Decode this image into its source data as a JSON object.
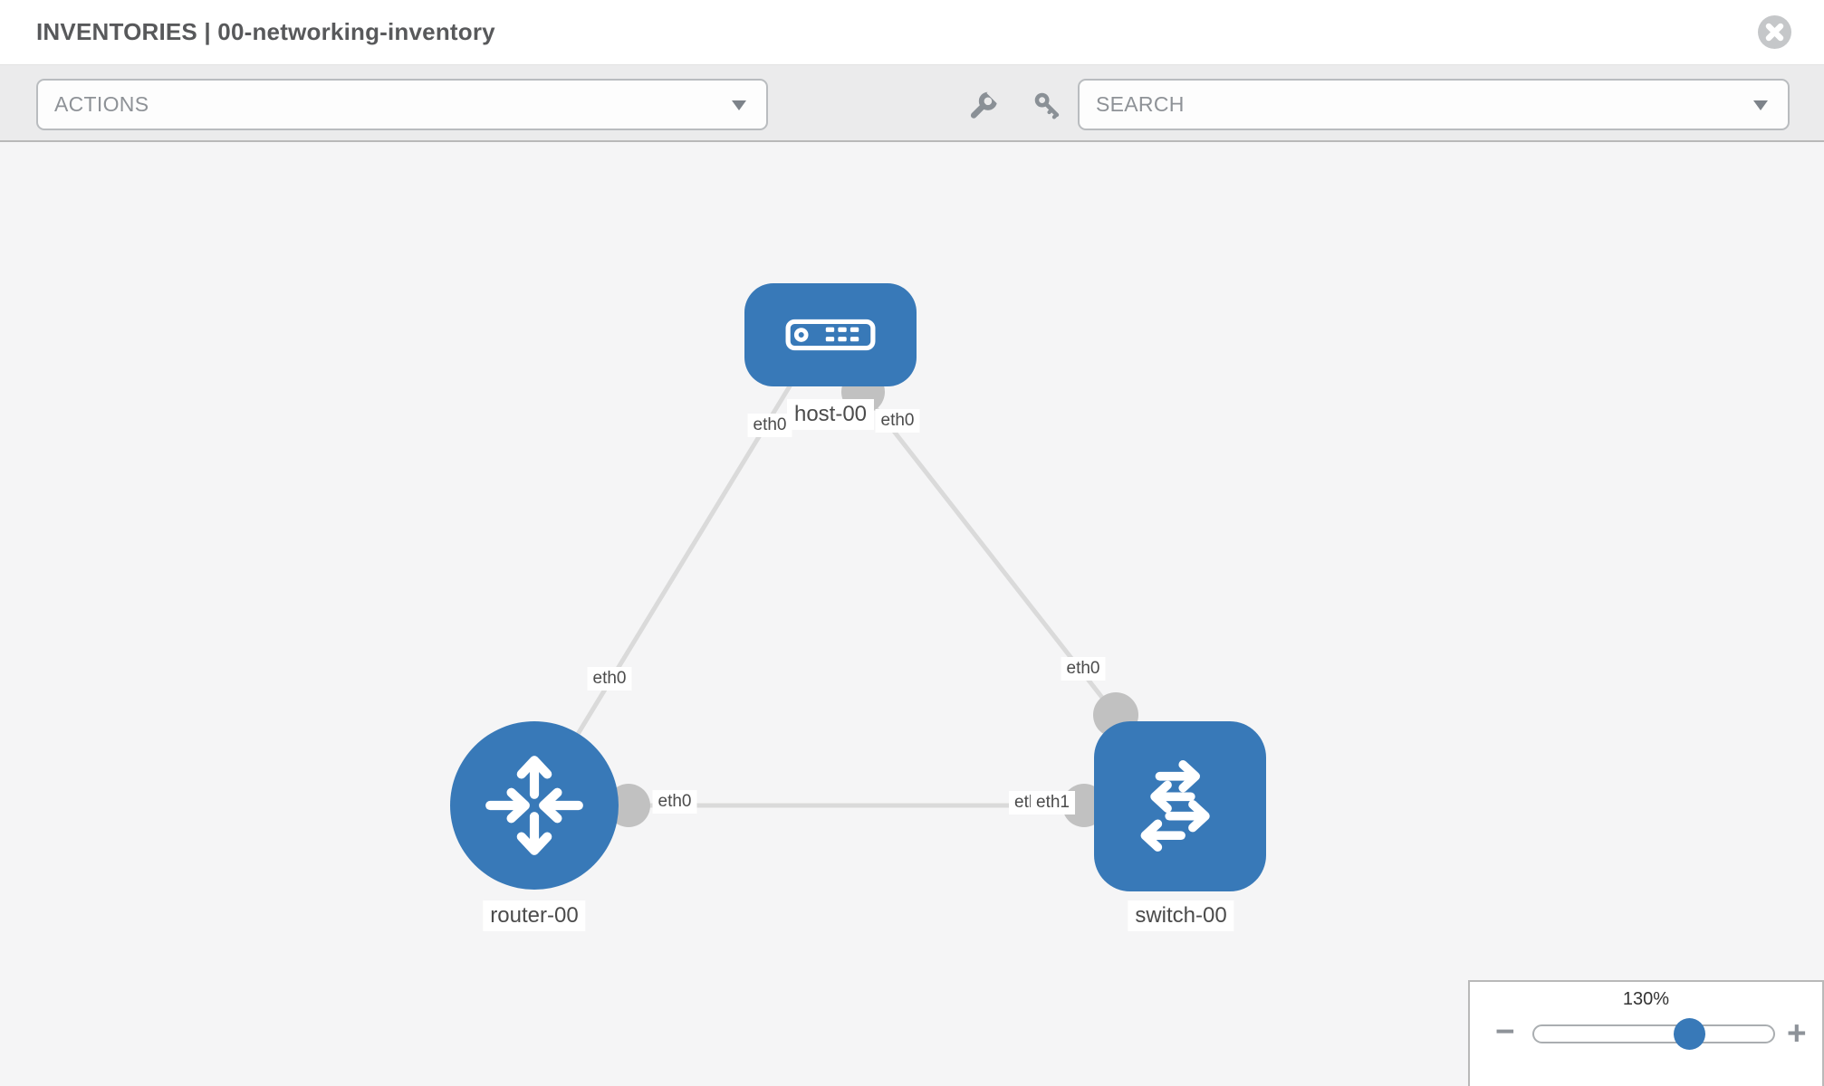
{
  "window": {
    "title": "INVENTORIES | 00-networking-inventory"
  },
  "toolbar": {
    "actions": {
      "label": "ACTIONS"
    },
    "search": {
      "placeholder": "SEARCH"
    },
    "tools": [
      {
        "icon": "wrench-icon"
      },
      {
        "icon": "key-icon"
      }
    ]
  },
  "topology": {
    "nodes": [
      {
        "name": "host-00",
        "type": "host"
      },
      {
        "name": "router-00",
        "type": "router"
      },
      {
        "name": "switch-00",
        "type": "switch"
      }
    ],
    "links": [
      {
        "source": "router-00",
        "target": "host-00",
        "source_interface": "eth0",
        "target_interface": "eth0"
      },
      {
        "source": "host-00",
        "target": "switch-00",
        "source_interface": "eth0",
        "target_interface": "eth0"
      },
      {
        "source": "router-00",
        "target": "switch-00",
        "source_interface": "eth0",
        "target_interface": "eth1"
      }
    ],
    "iface_labels": [
      "eth0",
      "eth0",
      "eth0",
      "eth0",
      "eth0",
      "eth0",
      "eth1"
    ]
  },
  "zoom_control": {
    "level": "130%",
    "minus_label": "−",
    "plus_label": "+",
    "slider_percent": 65
  },
  "colors": {
    "node_blue": "#3879b8",
    "link_gray": "#dadada",
    "endpoint_gray": "#c1c1c1",
    "toolbar_gray": "#ebebec"
  }
}
